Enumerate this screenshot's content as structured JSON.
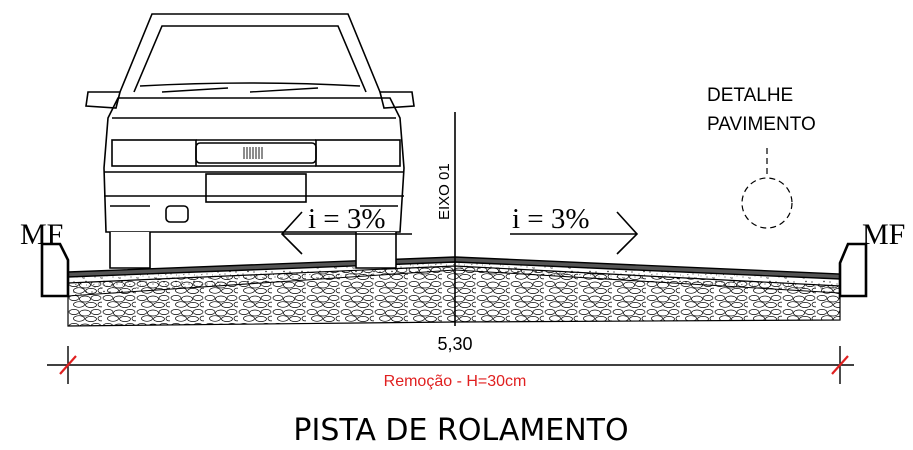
{
  "labels": {
    "curb_left": "MF",
    "curb_right": "MF",
    "axis": "EIXO 01",
    "slope_left": "i = 3%",
    "slope_right": "i = 3%",
    "detail_line1": "DETALHE",
    "detail_line2": "PAVIMENTO",
    "width_dimension": "5,30",
    "removal_note": "Remoção - H=30cm",
    "section_title": "PISTA DE ROLAMENTO"
  },
  "colors": {
    "line": "#000000",
    "dimension_marker": "#e02020",
    "removal_note": "#e02020",
    "asphalt": "#555555"
  }
}
